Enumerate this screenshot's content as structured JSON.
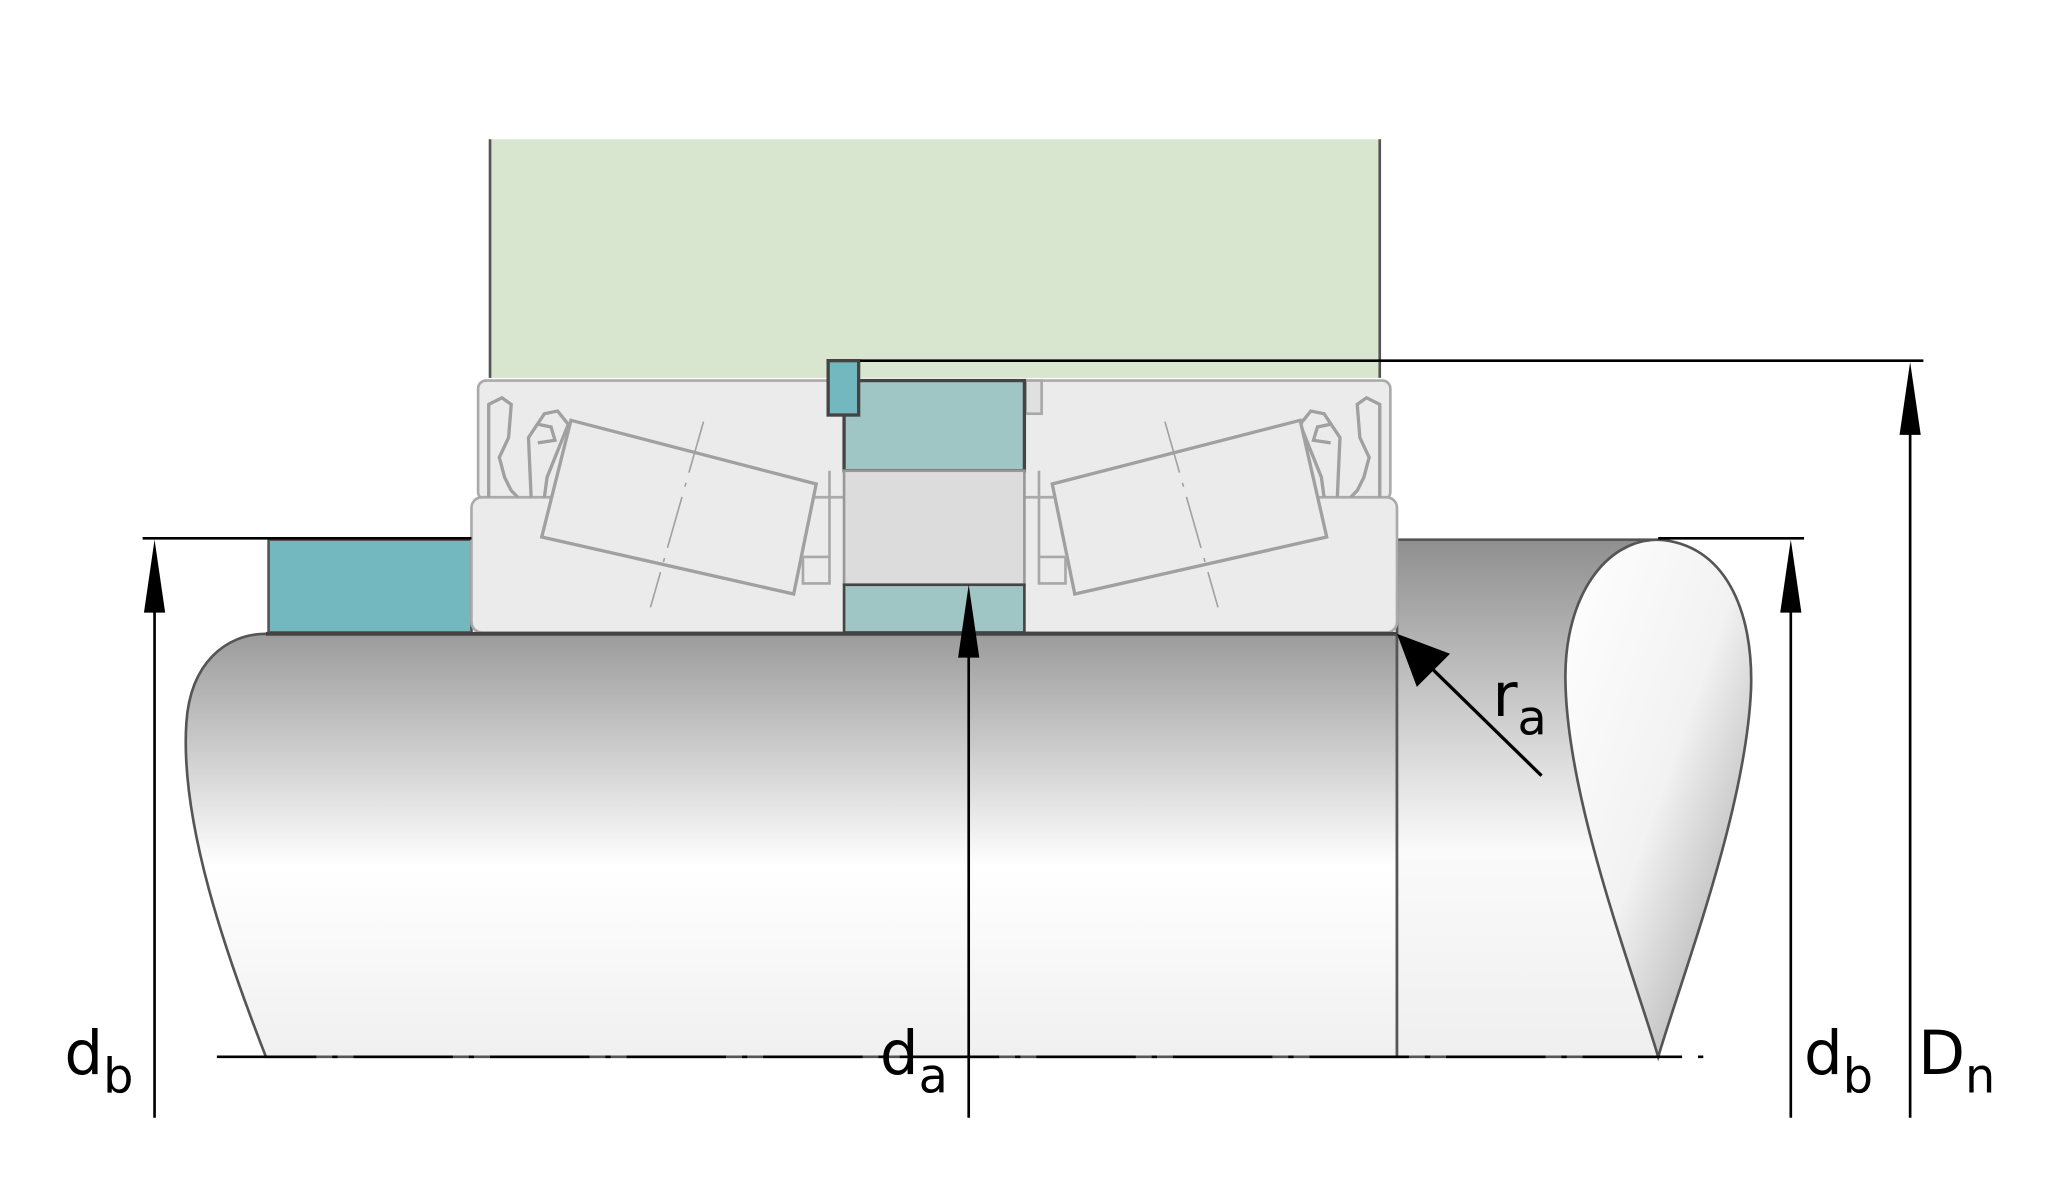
{
  "labels": {
    "db_left": {
      "main": "d",
      "sub": "b"
    },
    "da": {
      "main": "d",
      "sub": "a"
    },
    "ra": {
      "main": "r",
      "sub": "a"
    },
    "db_right": {
      "main": "d",
      "sub": "b"
    },
    "Dn": {
      "main": "D",
      "sub": "n"
    }
  },
  "colors": {
    "housing": "#d9e6cf",
    "spacer_teal": "#a0c5c5",
    "ring_teal": "#74b8bf",
    "bearing_gray": "#ebebeb",
    "outline": "#9a9a9a",
    "dark_outline": "#555555"
  }
}
